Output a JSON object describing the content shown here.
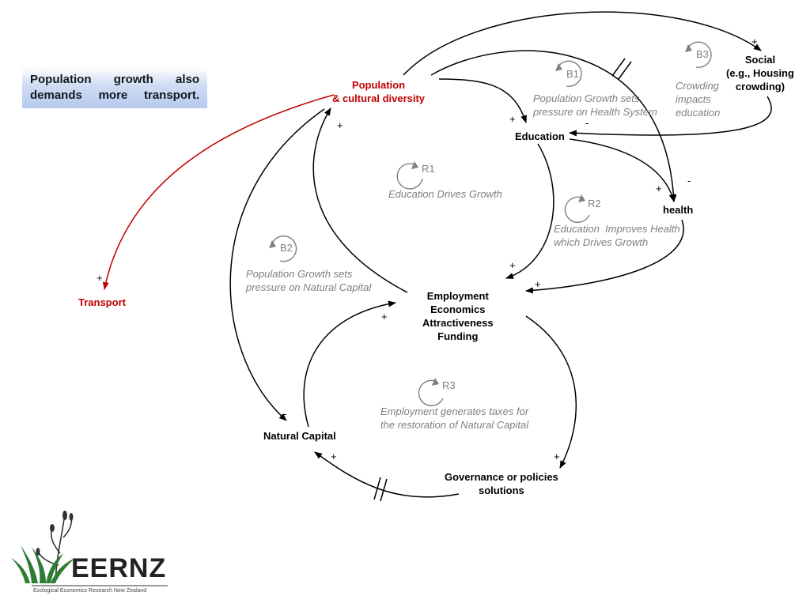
{
  "callout": "Population growth also demands more transport.",
  "nodes": {
    "population": "Population\n& cultural diversity",
    "social": "Social\n(e.g., Housing\ncrowding)",
    "education": "Education",
    "health": "health",
    "employment": "Employment\nEconomics\nAttractiveness\nFunding",
    "natural_capital": "Natural Capital",
    "governance": "Governance or policies\nsolutions",
    "transport": "Transport"
  },
  "loops": {
    "b1": {
      "name": "B1",
      "desc": "Population Growth sets\npressure on Health System"
    },
    "b3": {
      "name": "B3",
      "desc": "Crowding\nimpacts\neducation"
    },
    "r1": {
      "name": "R1",
      "desc": "Education Drives Growth"
    },
    "r2": {
      "name": "R2",
      "desc": "Education  Improves Health\nwhich Drives Growth"
    },
    "b2": {
      "name": "B2",
      "desc": "Population Growth sets\npressure on Natural Capital"
    },
    "r3": {
      "name": "R3",
      "desc": "Employment generates taxes for\nthe restoration of Natural Capital"
    }
  },
  "signs": {
    "social_in": "+",
    "education_in_pop": "+",
    "education_in_social": "-",
    "health_in_edu": "+",
    "health_in_pop": "-",
    "population_in": "+",
    "employment_in_edu": "+",
    "employment_in_health": "+",
    "employment_in_nat": "+",
    "natural_capital_in_pop": "-",
    "natural_capital_in_gov": "+",
    "governance_in": "+",
    "transport_in": "+"
  },
  "logo": {
    "title": "EERNZ",
    "subtitle": "Ecological Economics Research New Zealand"
  },
  "colors": {
    "red": "#c00000",
    "arrow": "#000000",
    "loop_gray": "#808080"
  }
}
